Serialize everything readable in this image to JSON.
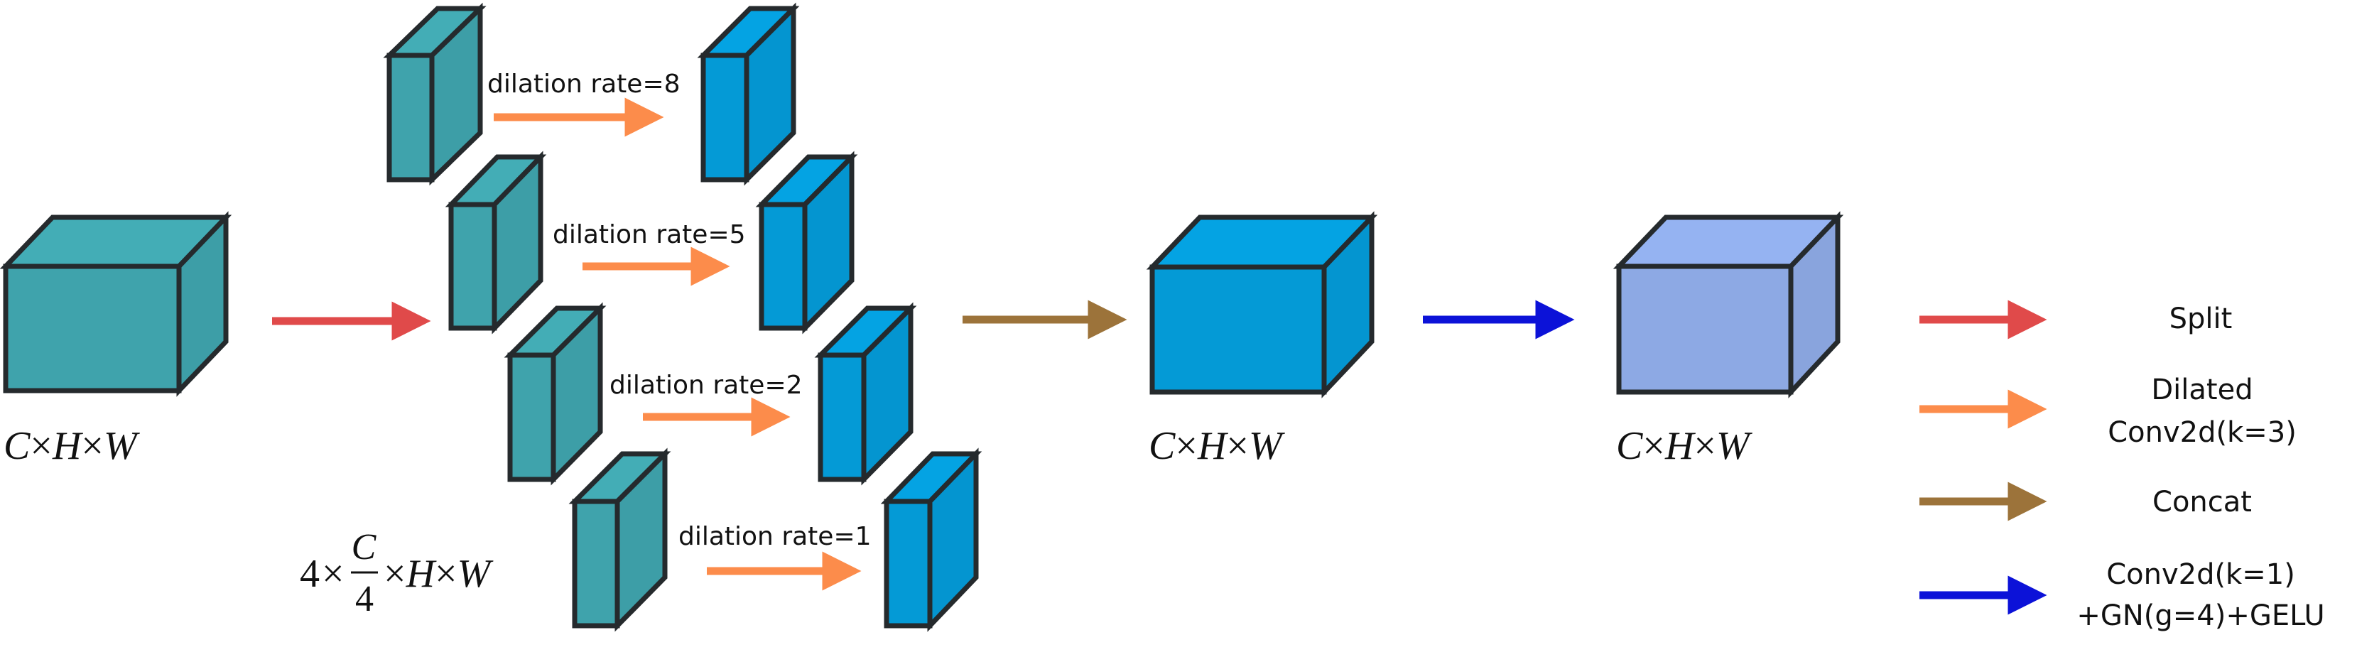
{
  "colors": {
    "teal": "#3FA3AC",
    "blue": "#049AD6",
    "periwinkle": "#8DA9E4",
    "outline": "#252A2D",
    "split_arrow": "#E04A4A",
    "dilated_arrow": "#FC8C4B",
    "concat_arrow": "#9C733A",
    "conv_arrow": "#0C12D8"
  },
  "branches": [
    {
      "label": "dilation rate=8"
    },
    {
      "label": "dilation rate=5"
    },
    {
      "label": "dilation rate=2"
    },
    {
      "label": "dilation rate=1"
    }
  ],
  "dims": {
    "input": {
      "C": "C",
      "times": "×",
      "H": "H",
      "W": "W"
    },
    "split": {
      "four": "4",
      "times": "×",
      "C": "C",
      "denominator": "4",
      "H": "H",
      "W": "W"
    },
    "concat": {
      "C": "C",
      "times": "×",
      "H": "H",
      "W": "W"
    },
    "output": {
      "C": "C",
      "times": "×",
      "H": "H",
      "W": "W"
    }
  },
  "legend": {
    "split": "Split",
    "dilated_line1": "Dilated",
    "dilated_line2": "Conv2d(k=3)",
    "concat": "Concat",
    "conv_line1": "Conv2d(k=1)",
    "conv_line2": "+GN(g=4)+GELU"
  }
}
